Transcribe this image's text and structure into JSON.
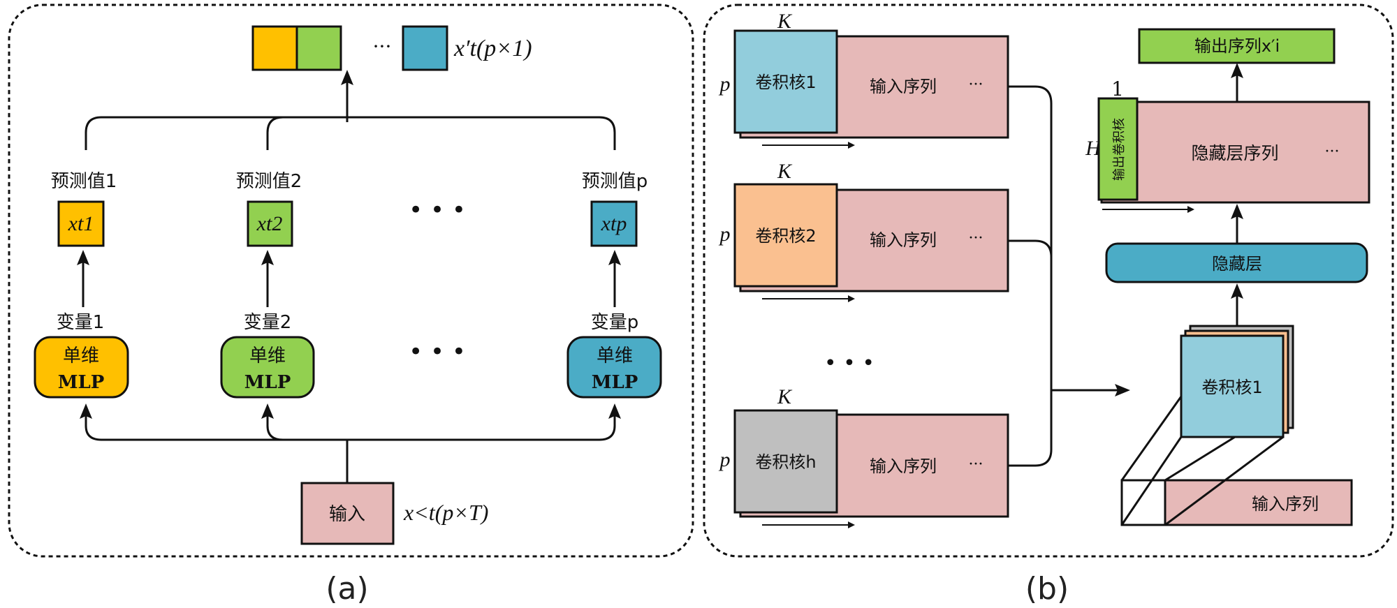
{
  "colors": {
    "yellow": "#FFC000",
    "green": "#92D050",
    "blue": "#4BACC6",
    "pink": "#E6B9B8",
    "light_blue": "#92CDDC",
    "orange": "#FAC090",
    "gray": "#BFBFBF"
  },
  "panel_a": {
    "caption": "(a)",
    "output_label": "x′t(p×1)",
    "output_ellipsis": "···",
    "predictions": [
      {
        "label": "预测值1",
        "symbol": "xt1"
      },
      {
        "label": "预测值2",
        "symbol": "xt2"
      },
      {
        "label": "预测值p",
        "symbol": "xtp"
      }
    ],
    "variables": [
      {
        "label": "变量1",
        "line1": "单维",
        "line2": "MLP"
      },
      {
        "label": "变量2",
        "line1": "单维",
        "line2": "MLP"
      },
      {
        "label": "变量p",
        "line1": "单维",
        "line2": "MLP"
      }
    ],
    "ellipsis": "• • •",
    "input_label": "输入",
    "input_dims": "x<t(p×T)"
  },
  "panel_b": {
    "caption": "(b)",
    "kernels": [
      {
        "width_label": "K",
        "height_label": "p",
        "name": "卷积核1",
        "seq": "输入序列",
        "more": "···"
      },
      {
        "width_label": "K",
        "height_label": "p",
        "name": "卷积核2",
        "seq": "输入序列",
        "more": "···"
      },
      {
        "width_label": "K",
        "height_label": "p",
        "name": "卷积核h",
        "seq": "输入序列",
        "more": "···"
      }
    ],
    "ellipsis": "• • •",
    "stack_kernel": "卷积核1",
    "stack_input": "输入序列",
    "hidden_layer": "隐藏层",
    "output_kernel": "输出卷积核",
    "output_kernel_width": "1",
    "hidden_height_label": "H",
    "hidden_seq": "隐藏层序列",
    "hidden_more": "···",
    "output_seq": "输出序列x′i"
  }
}
